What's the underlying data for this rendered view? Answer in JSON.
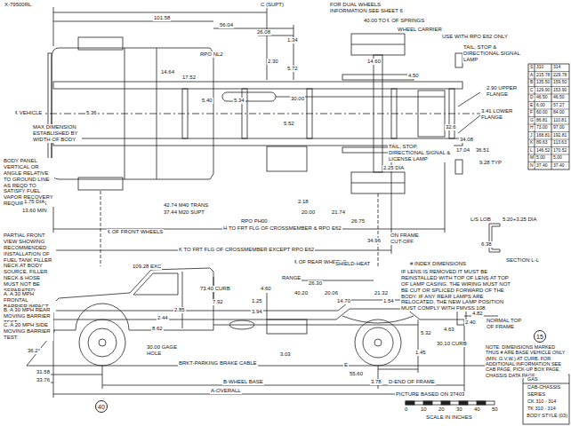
{
  "diagram": {
    "nodes": [
      {
        "text": [
          "40"
        ]
      },
      {
        "text": [
          "15"
        ]
      }
    ],
    "labels": [
      "X-79500RL",
      "C (SUPT)",
      "FOR DUAL WHEELS INFORMATION SEE SHEET 6",
      "101.58",
      "56.04",
      "26.08",
      "1.34",
      "40.00 TO ℄ OF SPRINGS",
      "WHEEL CARRIER",
      "USE WITH RPO E62 ONLY",
      "TAIL, STOP & DIRECTIONAL SIGNAL LAMP",
      "RPO NL2",
      "2.30",
      "5.72",
      "14.60",
      "14.64",
      "17.52",
      "4.50",
      "2.90 UPPER FLANGE",
      "3.41 LOWER FLANGE",
      "℄ VEHICLE",
      "5.36",
      "5.40",
      "5.34",
      "30.00",
      "5.52",
      "32.6",
      "34.08",
      "17.04",
      "36.51",
      "9.28 TYP",
      "MAX DIMENSION ESTABLISHED BY WIDTH OF BODY",
      "BODY PANEL VERTICAL OR ANGLE RELATIVE TO GROUND LINE AS REQD TO SATISFY FUEL VAPOR RECOVERY REQUIREMENTS",
      "1.75 DIA",
      "13.60 MIN",
      "42.74 M40 TRANS",
      "37.44 M20 SUPT",
      "RPO PH00",
      "2.18",
      "20.00",
      "21.74",
      "26.75",
      "TAIL, STOP, DIRECTIONAL SIGNAL & LICENSE LAMP",
      "2.25 DIA",
      "H TO FRT FLG OF CROSSMEMBER & RPO E62",
      "34.96",
      "ON FRAME CUT-OFF",
      "L/S LOB",
      "5.20+3.25 DIA",
      "6.38",
      "SECTION L-L",
      "℄ OF FRONT WHEELS",
      "K TO FRT FLG OF CROSSMEMBER EXCEPT RPO E62",
      "PARTIAL FRONT VIEW SHOWING RECOMMENDED INSTALLATION OF FUEL TANK FILLER NECK AT BODY SOURCE. FILLER NECK & HOSE MUST NOT BE SEPARATED DURING THE FOLLOWING TESTS:",
      "A. A 30 MPH FRONTAL BARRIER IMPACT TEST.",
      "B. A 30 MPH REAR MOVING BARRIER TEST.",
      "C. A 20 MPH SIDE MOVING BARRIER TEST.",
      "109.28 EXC",
      "℄ OF REAR WHEELS",
      "# INDEX DIMENSIONS",
      "IF LENS IS REMOVED IT MUST BE REINSTALLED WITH TOP OF LENS AT TOP OF LAMP CASING. THE WIRING MUST NOT BE CUT OR SPLICED FORWARD OF THE BODY. IF ANY REAR LAMPS ARE RELOCATED, THE NEW LAMP POSITION MUST COMPLY WITH FMVSS 108.",
      "SHIELD-HEAT",
      "RANGE",
      "73.40 CURB",
      "4.60",
      "26.30",
      "40.20",
      "20.06",
      "21.32",
      "14.70",
      "1.54",
      "4.82",
      "2.40",
      "NORMAL TOP OF FRAME",
      "NOTE: DIMENSIONS MARKED THUS # ARE BASE VEHICLE ONLY (MIN. G.V.W.) AT CURB. FOR ADDITIONAL INFORMATION SEE CAB PAGE, PICK-UP BOX PAGE, CHASSIS DATA PAGE.",
      "2.85",
      "2.44",
      "7.92",
      "1.25",
      "3.94",
      "8.62",
      "30.00 GAGE HOLE",
      "3.03",
      "5.32",
      "4.63",
      "30.10 CURB",
      "1.45",
      "BRKT-PARKING BRAKE CABLE",
      "31.58",
      "33.76",
      "E",
      "55.60",
      "3.78",
      "D-END OF FRAME",
      "B-WHEEL BASE",
      "A-OVERALL",
      "36.2°",
      "PICTURE BASED ON 37403",
      "0",
      "10",
      "20",
      "30",
      "40",
      "50",
      "SCALE IN INCHES",
      "GAS",
      "CAB-CHASSIS",
      "SERIES",
      "CK 310 - 314",
      "TK 310 - 314",
      "BODY STYLE (03)",
      "S",
      "310",
      "314",
      "A",
      "215.78",
      "229.78",
      "B",
      "135.50",
      "159.50",
      "C",
      "129.90",
      "153.90",
      "D",
      "46.50",
      "46.50",
      "E",
      "6.00",
      "57.27",
      "F",
      "60.00",
      "84.00",
      "G",
      "86.81",
      "110.81",
      "H",
      "73.00",
      "97.00",
      "J",
      "168.81",
      "192.81",
      "K",
      "89.63",
      "113.63",
      "L",
      "146.52",
      "170.52",
      "M",
      "5.00",
      "5.00",
      "N",
      "37.40",
      "37.40"
    ]
  }
}
